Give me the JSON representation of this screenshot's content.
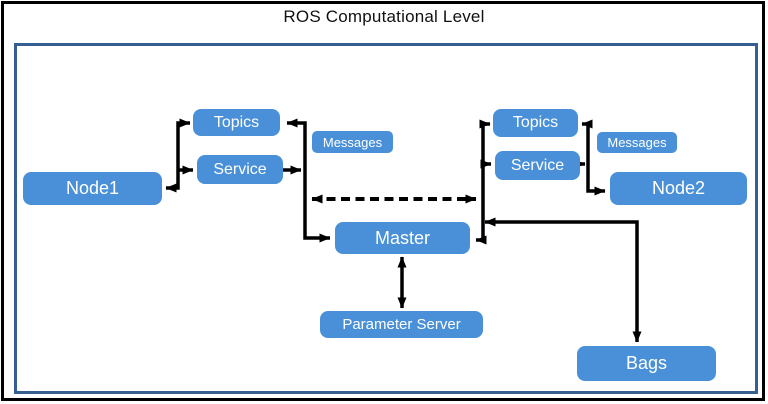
{
  "title": "ROS Computational Level",
  "colors": {
    "node_fill": "#4a90d8",
    "node_text": "#ffffff",
    "frame_border": "#365f91",
    "outer_border": "#000000",
    "arrow": "#000000"
  },
  "diagram": {
    "nodes": {
      "node1": "Node1",
      "topics_left": "Topics",
      "service_left": "Service",
      "messages_left": "Messages",
      "topics_right": "Topics",
      "service_right": "Service",
      "messages_right": "Messages",
      "node2": "Node2",
      "master": "Master",
      "parameter_server": "Parameter Server",
      "bags": "Bags"
    },
    "edges": [
      {
        "from": "node1",
        "to": "topics_left",
        "style": "solid",
        "arrowheads": "both"
      },
      {
        "from": "node1",
        "to": "service_left",
        "style": "solid",
        "arrowheads": "end"
      },
      {
        "from": "topics_left",
        "to": "master",
        "style": "solid",
        "arrowheads": "both"
      },
      {
        "from": "service_left",
        "to": "left_junction",
        "style": "solid",
        "arrowheads": "end"
      },
      {
        "from": "left_junction",
        "to": "right_junction",
        "style": "dashed",
        "arrowheads": "both"
      },
      {
        "from": "topics_right",
        "to": "master",
        "style": "solid",
        "arrowheads": "both"
      },
      {
        "from": "right_junction",
        "to": "service_right",
        "style": "solid",
        "arrowheads": "end"
      },
      {
        "from": "topics_right",
        "to": "node2",
        "style": "solid",
        "arrowheads": "both"
      },
      {
        "from": "service_right",
        "to": "node2_junction",
        "style": "solid",
        "arrowheads": "end"
      },
      {
        "from": "right_junction",
        "to": "bags",
        "style": "solid",
        "arrowheads": "both"
      },
      {
        "from": "master",
        "to": "parameter_server",
        "style": "solid",
        "arrowheads": "both"
      }
    ]
  }
}
